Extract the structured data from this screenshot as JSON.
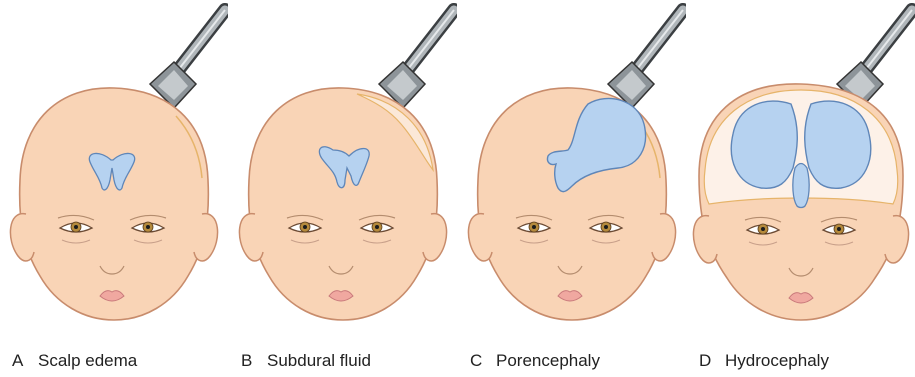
{
  "panels": [
    {
      "letter": "A",
      "label": "Scalp edema",
      "fluid": "ventricles"
    },
    {
      "letter": "B",
      "label": "Subdural fluid",
      "fluid": "ventricles-shifted"
    },
    {
      "letter": "C",
      "label": "Porencephaly",
      "fluid": "cyst"
    },
    {
      "letter": "D",
      "label": "Hydrocephaly",
      "fluid": "enlarged-ventricles"
    }
  ],
  "colors": {
    "skin": "#f9d4b6",
    "skin_outline": "#c88c6c",
    "fluid": "#b6d2f0",
    "fluid_outline": "#5f86b8",
    "probe": "#9aa1a6",
    "probe_dark": "#3b3f42",
    "iris": "#b58a3c",
    "lips": "#f0a8a0"
  }
}
